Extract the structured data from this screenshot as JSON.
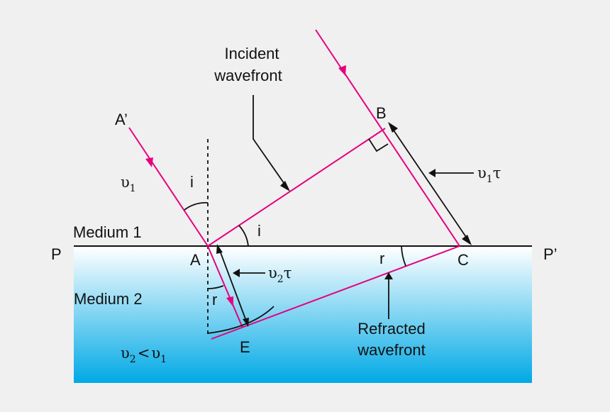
{
  "labels": {
    "incident_wavefront": [
      "Incident",
      "wavefront"
    ],
    "refracted_wavefront": [
      "Refracted",
      "wavefront"
    ],
    "medium1": "Medium 1",
    "medium2": "Medium 2",
    "point_A_prime": "A’",
    "point_B": "B",
    "point_A": "A",
    "point_C": "C",
    "point_E": "E",
    "point_P": "P",
    "point_P_prime": "P’",
    "angle_i": "i",
    "angle_r": "r"
  },
  "symbols": {
    "v1": {
      "base": "υ",
      "sub": "1"
    },
    "v1tau": {
      "base": "υ",
      "sub": "1",
      "after": "τ"
    },
    "v2tau": {
      "base": "υ",
      "sub": "2",
      "after": "τ"
    },
    "relation": {
      "a": "υ",
      "a_sub": "2",
      "op": "<",
      "b": "υ",
      "b_sub": "1"
    }
  },
  "colors": {
    "background": "#f0f0f0",
    "ray": "#e6007e",
    "line": "#111111",
    "water_top": "#ffffff",
    "water_bottom": "#00a9e6"
  }
}
